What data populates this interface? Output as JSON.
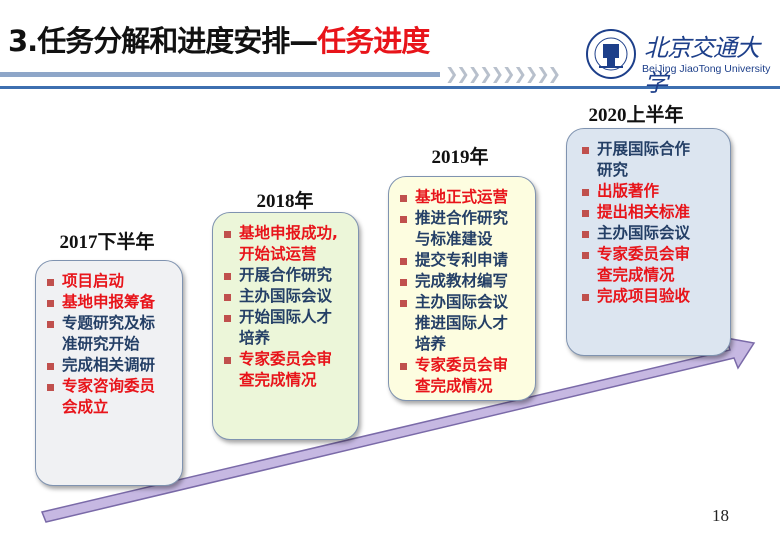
{
  "header": {
    "title_main": "3.任务分解和进度安排—",
    "title_highlight": "任务进度",
    "chevrons": "❯❯❯❯❯❯❯❯❯❯"
  },
  "logo": {
    "name_cn": "北京交通大学",
    "name_en": "BeiJing JiaoTong University"
  },
  "colors": {
    "red": "#e8141a",
    "blue": "#243f66",
    "arrow": "#c6b8e2"
  },
  "stages": [
    {
      "year": "2017下半年",
      "items": [
        {
          "text": "项目启动",
          "color": "red"
        },
        {
          "text": "基地申报筹备",
          "color": "red"
        },
        {
          "text": "专题研究及标\n准研究开始",
          "color": "blue"
        },
        {
          "text": "完成相关调研",
          "color": "blue"
        },
        {
          "text": "专家咨询委员\n会成立",
          "color": "red"
        }
      ]
    },
    {
      "year": "2018年",
      "items": [
        {
          "text": "基地申报成功,\n开始试运营",
          "color": "red"
        },
        {
          "text": "开展合作研究",
          "color": "blue"
        },
        {
          "text": "主办国际会议",
          "color": "blue"
        },
        {
          "text": "开始国际人才\n培养",
          "color": "blue"
        },
        {
          "text": "专家委员会审\n查完成情况",
          "color": "red"
        }
      ]
    },
    {
      "year": "2019年",
      "items": [
        {
          "text": "基地正式运营",
          "color": "red"
        },
        {
          "text": "推进合作研究\n与标准建设",
          "color": "blue"
        },
        {
          "text": "提交专利申请",
          "color": "blue"
        },
        {
          "text": "完成教材编写",
          "color": "blue"
        },
        {
          "text": "主办国际会议",
          "color": "blue"
        },
        {
          "text": "推进国际人才\n培养",
          "color": "blue",
          "nobullet": true
        },
        {
          "text": "专家委员会审\n查完成情况",
          "color": "red"
        }
      ]
    },
    {
      "year": "2020上半年",
      "items": [
        {
          "text": "开展国际合作\n研究",
          "color": "blue"
        },
        {
          "text": "出版著作",
          "color": "red"
        },
        {
          "text": "提出相关标准",
          "color": "red"
        },
        {
          "text": "主办国际会议",
          "color": "blue"
        },
        {
          "text": "专家委员会审\n查完成情况",
          "color": "red"
        },
        {
          "text": "完成项目验收",
          "color": "red"
        }
      ]
    }
  ],
  "page_number": "18"
}
